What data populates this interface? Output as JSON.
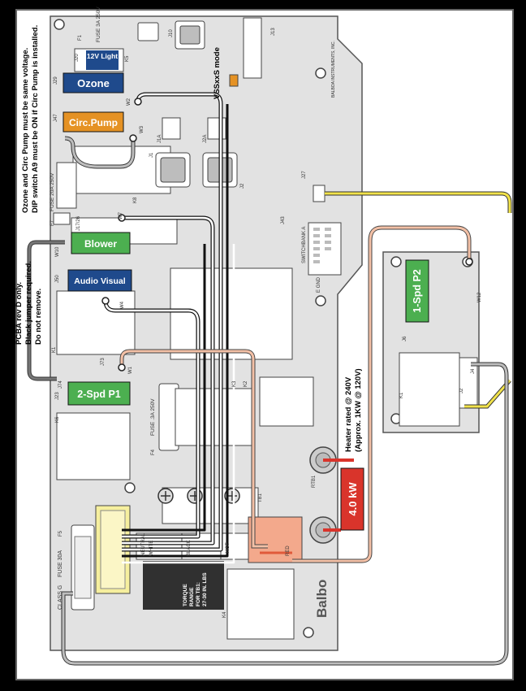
{
  "colors": {
    "board": "#e2e2e2",
    "frame_bg": "#ffffff",
    "wire_white": "#ffffff",
    "wire_black": "#111111",
    "wire_red": "#e05a3a",
    "wire_yellow": "#f1e24a",
    "wire_gray": "#777777",
    "label_blue": "#1f4a8c",
    "label_orange": "#e59224",
    "label_green": "#4caf50",
    "label_red": "#d9342b",
    "terminal_yellow": "#f6ef9e",
    "terminal_salmon": "#f3a98c",
    "dark_block": "#303030"
  },
  "labels": {
    "light": "12V Light",
    "ozone": "Ozone",
    "circ_pump": "Circ.Pump",
    "blower": "Blower",
    "audio_visual": "Audio Visual",
    "pump1": "2-Spd P1",
    "pump2": "1-Spd P2",
    "heater_kw": "4.0 kW"
  },
  "notes": {
    "ozone_line1": "Ozone and Circ Pump must be same voltage.",
    "ozone_line2": "DIP switch A9 must be ON if Circ Pump is installed.",
    "jumper_line1": "PCBA rev D only.",
    "jumper_line2": "Black jumper required.",
    "jumper_line3": "Do not remove.",
    "heater_line1": "Heater rated @ 240V",
    "heater_line2": "(Approx. 1KW @ 120V)",
    "vss_mode": "VSSxxS mode",
    "torque_line1": "TORQUE",
    "torque_line2": "RANGE",
    "torque_line3": "FOR TB1:",
    "torque_line4": "27-30 IN. LBS",
    "brand": "Balbo"
  },
  "silkscreen": {
    "fuse1": "FUSE 3A 250V",
    "f1": "F1",
    "j10": "J10",
    "j13": "J13",
    "j20": "J20",
    "k5": "K5",
    "j29": "J29",
    "j47": "J47",
    "w2": "W2",
    "w3": "W3",
    "j1": "J1",
    "j1a": "J1A",
    "j2": "J2",
    "j2a": "J2A",
    "k8": "K8",
    "fuse7": "FUSE 20A 250V",
    "f7": "F7",
    "j17": "J17/26",
    "w7": "W7",
    "w10": "W10",
    "j50": "J50",
    "w4": "W4",
    "k1": "K1",
    "j73": "J73",
    "w1": "W1",
    "j74": "J74",
    "k3": "K3",
    "k2": "K2",
    "j23": "J23",
    "k6": "K6",
    "fuse4": "FUSE .3A 250V",
    "f4": "F4",
    "f5": "F5",
    "fuse30": "FUSE 30A",
    "classg": "CLASS G",
    "k4": "K4",
    "tb1": "TB1",
    "neutral": "NEUTRAL",
    "white": "WHITE",
    "black": "BLACK",
    "hot": "HOT",
    "red": "RED",
    "rtb": "RTB1",
    "switchbank": "SWITCHBANK A",
    "w12": "W12",
    "j6": "J6",
    "j4": "J4",
    "j2b": "J2",
    "k1b": "K1",
    "balboa_info": "BALBOA INSTRUMENTS, INC.",
    "egnd": "E GND",
    "j43": "J43",
    "j27": "J27"
  }
}
